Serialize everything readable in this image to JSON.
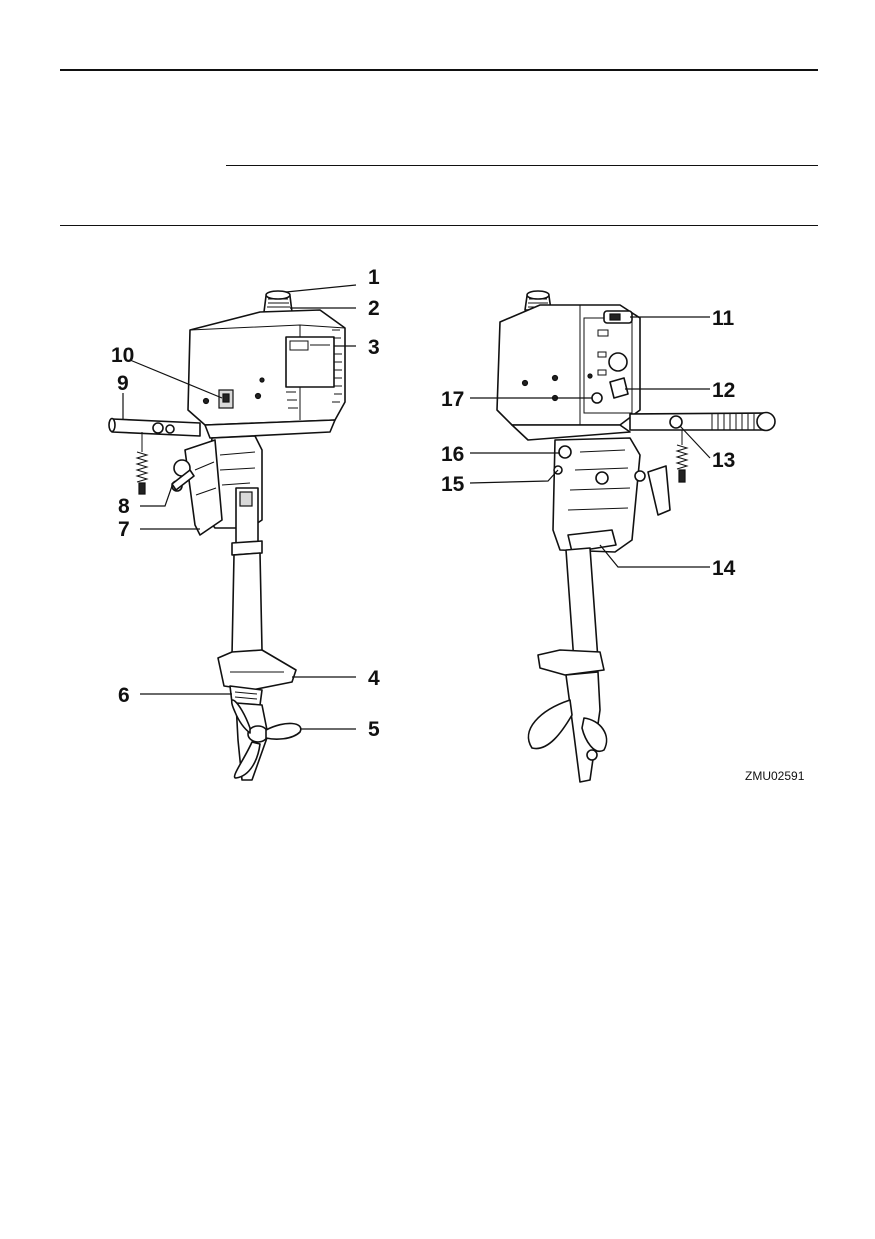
{
  "figure": {
    "code": "ZMU02591",
    "left_view_callouts": [
      "1",
      "2",
      "3",
      "4",
      "5",
      "6",
      "7",
      "8",
      "9",
      "10"
    ],
    "right_view_callouts": [
      "11",
      "12",
      "13",
      "14",
      "15",
      "16",
      "17"
    ]
  }
}
